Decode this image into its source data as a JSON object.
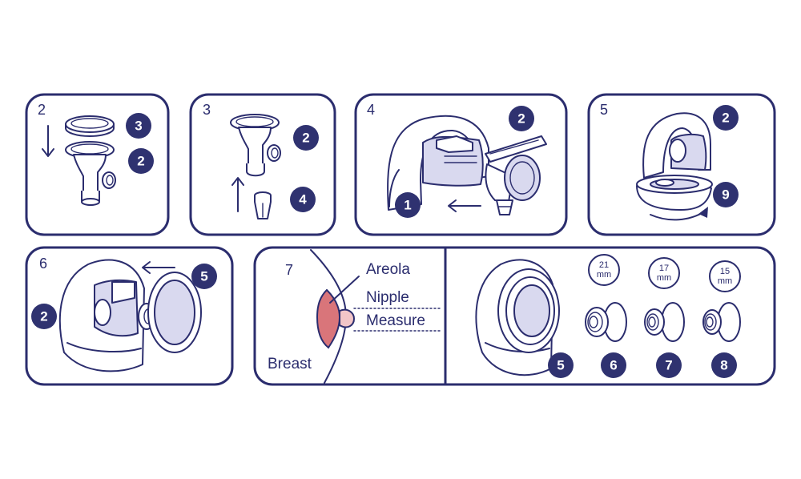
{
  "panels": [
    {
      "step": "2",
      "badges": [
        "3",
        "2"
      ]
    },
    {
      "step": "3",
      "badges": [
        "2",
        "4"
      ]
    },
    {
      "step": "4",
      "badges": [
        "2",
        "1"
      ]
    },
    {
      "step": "5",
      "badges": [
        "2",
        "9"
      ]
    },
    {
      "step": "6",
      "badges": [
        "5",
        "2"
      ]
    },
    {
      "step": "7",
      "labels": {
        "areola": "Areola",
        "nipple": "Nipple",
        "measure": "Measure",
        "breast": "Breast"
      }
    },
    {
      "badges": [
        "5",
        "6",
        "7",
        "8"
      ],
      "sizes": [
        {
          "value": "21",
          "unit": "mm"
        },
        {
          "value": "17",
          "unit": "mm"
        },
        {
          "value": "15",
          "unit": "mm"
        }
      ]
    }
  ],
  "colors": {
    "ink": "#2b2d6e",
    "badge": "#2f3270",
    "lavender": "#d9d9ef",
    "areola": "#d9757a",
    "nipple": "#f2c6c8"
  }
}
